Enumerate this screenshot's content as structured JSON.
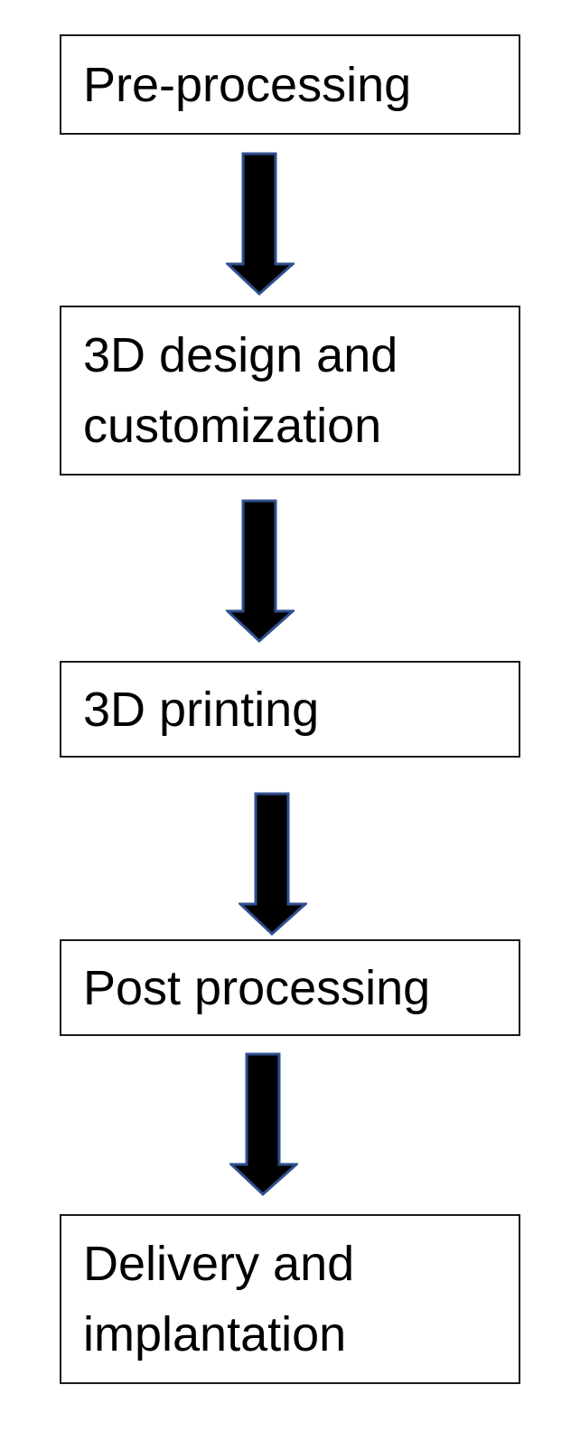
{
  "diagram": {
    "steps": [
      {
        "label": "Pre-processing"
      },
      {
        "label": "3D design and\ncustomization"
      },
      {
        "label": "3D printing"
      },
      {
        "label": "Post processing"
      },
      {
        "label": "Delivery and\nimplantation"
      }
    ],
    "arrow_fill": "#000000",
    "arrow_stroke": "#2f4f8f",
    "box_border": "#1a1a1a"
  }
}
